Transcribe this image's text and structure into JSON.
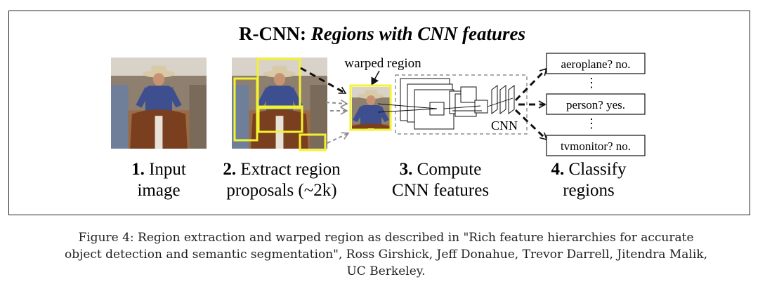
{
  "title": {
    "prefix": "R-CNN:",
    "emphasis": "Regions with CNN features"
  },
  "warped_label": "warped region",
  "cnn_label": "CNN",
  "steps": [
    {
      "number": "1.",
      "line1": " Input",
      "line2": "image"
    },
    {
      "number": "2.",
      "line1": " Extract region",
      "line2": "proposals (~2k)"
    },
    {
      "number": "3.",
      "line1": " Compute",
      "line2": "CNN features"
    },
    {
      "number": "4.",
      "line1": " Classify",
      "line2": "regions"
    }
  ],
  "classes": [
    {
      "label": "aeroplane? no."
    },
    {
      "label": "person? yes."
    },
    {
      "label": "tvmonitor? no."
    }
  ],
  "ellipsis": "⋮",
  "caption": {
    "line1": "Figure 4: Region extraction and warped region as described in \"Rich feature hierarchies for accurate",
    "line2": "object detection and semantic segmentation\", Ross Girshick, Jeff Donahue, Trevor Darrell, Jitendra Malik,",
    "line3": "UC Berkeley."
  },
  "colors": {
    "proposal_box": "#f2f233",
    "arrow": "#111111",
    "gray_arrow": "#8a8a8a"
  }
}
